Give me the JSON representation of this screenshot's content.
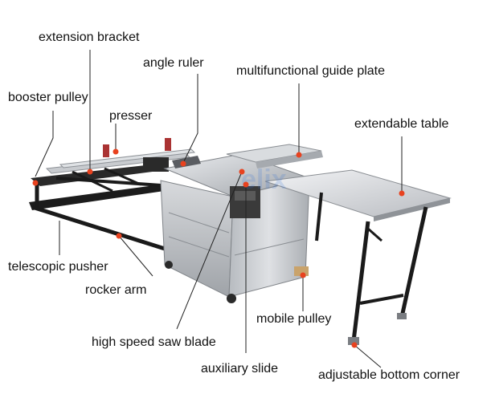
{
  "labels": {
    "extension_bracket": "extension bracket",
    "angle_ruler": "angle ruler",
    "multifunctional_guide_plate": "multifunctional guide plate",
    "booster_pulley": "booster pulley",
    "presser": "presser",
    "extendable_table": "extendable table",
    "telescopic_pusher": "telescopic pusher",
    "rocker_arm": "rocker arm",
    "mobile_pulley": "mobile pulley",
    "high_speed_saw_blade": "high speed saw blade",
    "auxiliary_slide": "auxiliary slide",
    "adjustable_bottom_corner": "adjustable bottom corner"
  },
  "colors": {
    "marker": "#e8421f",
    "leader": "#222222",
    "steel": "#c9ccd0",
    "frame": "#1a1a1a",
    "watermark": "#2f6fd6"
  }
}
